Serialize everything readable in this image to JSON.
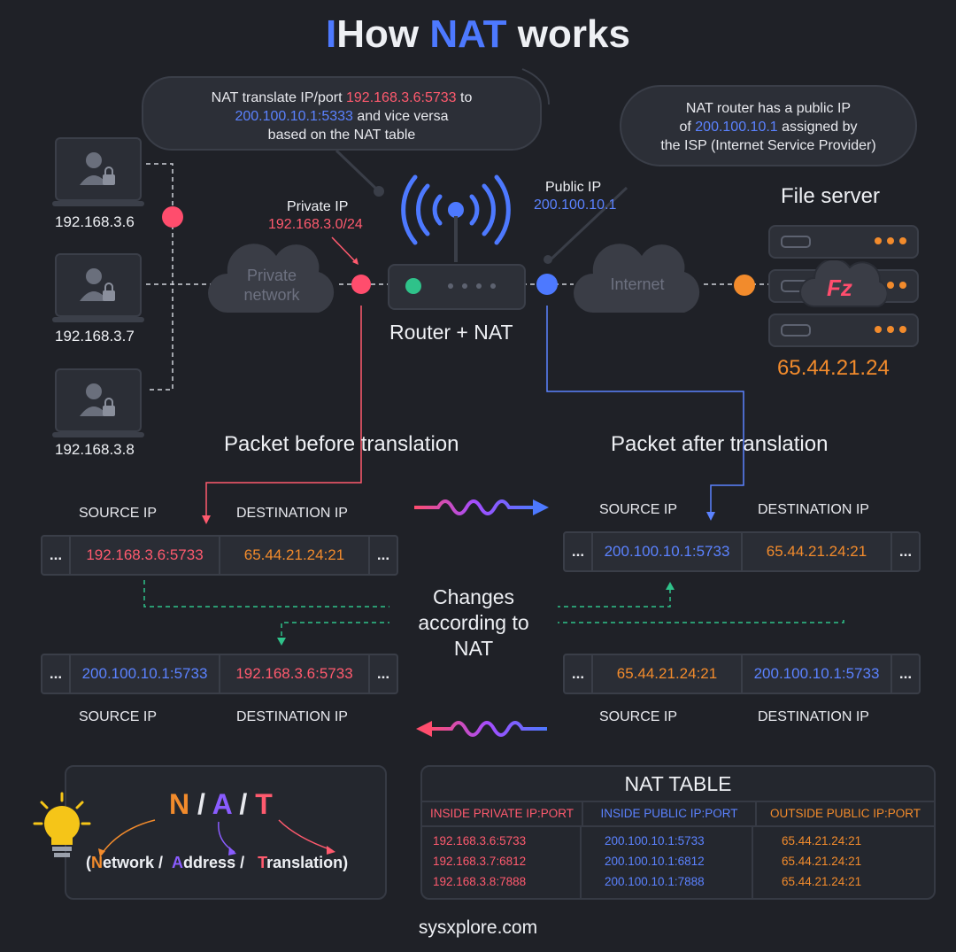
{
  "title": {
    "prefix": "How ",
    "accent": "NAT",
    "suffix": " works",
    "bar": "I"
  },
  "bubble_left": {
    "l1_a": "NAT translate  IP/port ",
    "l1_b": "192.168.3.6:5733",
    "l1_c": " to",
    "l2_a": "200.100.10.1:5333",
    "l2_b": " and vice versa",
    "l3": "based on the NAT table"
  },
  "bubble_right": {
    "l1": "NAT router has a public IP",
    "l2_a": "of ",
    "l2_b": "200.100.10.1",
    "l2_c": " assigned by",
    "l3": "the ISP (Internet Service Provider)"
  },
  "hosts": [
    "192.168.3.6",
    "192.168.3.7",
    "192.168.3.8"
  ],
  "private_ip": {
    "label": "Private IP",
    "value": "192.168.3.0/24"
  },
  "public_ip": {
    "label": "Public IP",
    "value": "200.100.10.1"
  },
  "clouds": {
    "private_l1": "Private",
    "private_l2": "network",
    "internet": "Internet"
  },
  "router_label": "Router + NAT",
  "file_server": {
    "label": "File server",
    "ip": "65.44.21.24",
    "logo": "Fz"
  },
  "packets": {
    "before_title": "Packet before translation",
    "after_title": "Packet after translation",
    "source_ip": "SOURCE IP",
    "destination_ip": "DESTINATION IP",
    "dots": "...",
    "before": {
      "src": "192.168.3.6:5733",
      "dst": "65.44.21.24:21"
    },
    "after": {
      "src": "200.100.10.1:5733",
      "dst": "65.44.21.24:21"
    },
    "reply_in": {
      "src": "65.44.21.24:21",
      "dst": "200.100.10.1:5733"
    },
    "reply_out": {
      "src": "200.100.10.1:5733",
      "dst": "192.168.3.6:5733"
    },
    "changes_l1": "Changes",
    "changes_l2": "according to",
    "changes_l3": "NAT"
  },
  "acronym": {
    "n": "N",
    "a": "A",
    "t": "T",
    "slash": "/",
    "open": "(",
    "close": ")",
    "n_rest": "etwork /",
    "a_rest": "ddress /",
    "t_rest": "ranslation"
  },
  "nat_table": {
    "title": "NAT TABLE",
    "headers": [
      "INSIDE PRIVATE IP:PORT",
      "INSIDE PUBLIC IP:PORT",
      "OUTSIDE PUBLIC IP:PORT"
    ],
    "rows": [
      [
        "192.168.3.6:5733",
        "200.100.10.1:5733",
        "65.44.21.24:21"
      ],
      [
        "192.168.3.7:6812",
        "200.100.10.1:6812",
        "65.44.21.24:21"
      ],
      [
        "192.168.3.8:7888",
        "200.100.10.1:7888",
        "65.44.21.24:21"
      ]
    ]
  },
  "footer": "sysxplore.com",
  "colors": {
    "red": "#ff5a6e",
    "blue": "#5b82ff",
    "orange": "#f28b2c",
    "green": "#2fc28a",
    "purple": "#8a5cff"
  }
}
